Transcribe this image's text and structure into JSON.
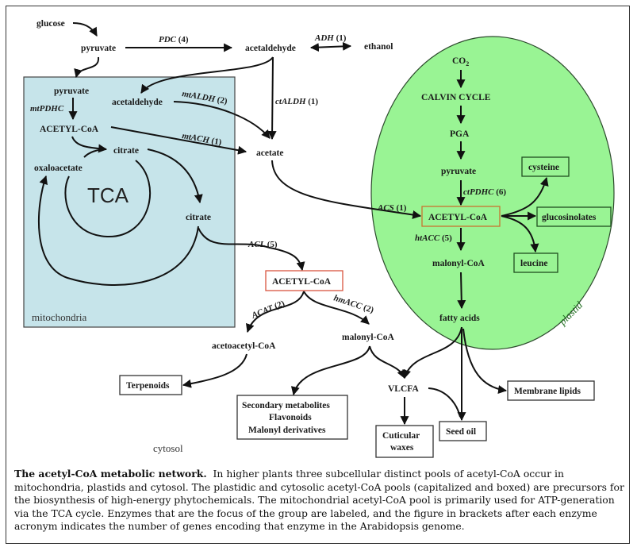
{
  "compartments": {
    "mitochondria": {
      "label": "mitochondria",
      "color": "#c6e4ea"
    },
    "plastid": {
      "label": "plastid",
      "color": "#99f494"
    },
    "cytosol": {
      "label": "cytosol"
    }
  },
  "metabolites": {
    "glucose": "glucose",
    "pyruvate_cyt": "pyruvate",
    "acetaldehyde_cyt": "acetaldehyde",
    "ethanol": "ethanol",
    "pyruvate_mt": "pyruvate",
    "acetaldehyde_mt": "acetaldehyde",
    "acetyl_coa_mt": "ACETYL-CoA",
    "citrate_mt1": "citrate",
    "oxaloacetate": "oxaloacetate",
    "tca": "TCA",
    "citrate_mt2": "citrate",
    "acetate": "acetate",
    "co2": "CO",
    "co2_sub": "2",
    "calvin": "CALVIN CYCLE",
    "pga": "PGA",
    "pyruvate_pl": "pyruvate",
    "acetyl_coa_pl": "ACETYL-CoA",
    "malonyl_coa_pl": "malonyl-CoA",
    "fatty_acids": "fatty acids",
    "acetyl_coa_cyt": "ACETYL-CoA",
    "acetoacetyl_coa": "acetoacetyl-CoA",
    "malonyl_coa_cyt": "malonyl-CoA",
    "vlcfa": "VLCFA"
  },
  "products": {
    "cysteine": "cysteine",
    "glucosinolates": "glucosinolates",
    "leucine": "leucine",
    "terpenoids": "Terpenoids",
    "secondary": [
      "Secondary metabolites",
      "Flavonoids",
      "Malonyl derivatives"
    ],
    "membrane_lipids": "Membrane lipids",
    "seed_oil": "Seed oil",
    "cuticular_waxes": [
      "Cuticular",
      "waxes"
    ]
  },
  "enzymes": {
    "pdc": {
      "name": "PDC",
      "genes": "(4)"
    },
    "adh": {
      "name": "ADH",
      "genes": "(1)"
    },
    "mtpdhc": {
      "name": "mtPDHC",
      "genes": ""
    },
    "mtaldh": {
      "name": "mtALDH",
      "genes": "(2)"
    },
    "ctaldh": {
      "name": "ctALDH",
      "genes": "(1)"
    },
    "mtach": {
      "name": "mtACH",
      "genes": "(1)"
    },
    "acs": {
      "name": "ACS",
      "genes": "(1)"
    },
    "ctpdhc": {
      "name": "ctPDHC",
      "genes": "(6)"
    },
    "htacc": {
      "name": "htACC",
      "genes": "(5)"
    },
    "acl": {
      "name": "ACL",
      "genes": "(5)"
    },
    "acat": {
      "name": "ACAT",
      "genes": "(2)"
    },
    "hmacc": {
      "name": "hmACC",
      "genes": "(2)"
    }
  },
  "colors": {
    "acetyl_box_border": "#d9553f",
    "plastid_acetyl_border": "#c9742e",
    "product_box_border_plastid": "#1f4d1f"
  },
  "caption": {
    "title": "The acetyl-CoA metabolic network.",
    "body": "In higher plants three subcellular distinct pools of acetyl-CoA occur in mitochondria, plastids and cytosol.  The plastidic and cytosolic acetyl-CoA pools (capitalized and boxed) are precursors for the biosynthesis of high-energy phytochemicals.  The mitochondrial acetyl-CoA pool is primarily used for ATP-generation via the TCA cycle.  Enzymes that are the focus of the group are labeled, and the figure in brackets after each enzyme acronym indicates the number of genes encoding that enzyme in the Arabidopsis genome."
  }
}
